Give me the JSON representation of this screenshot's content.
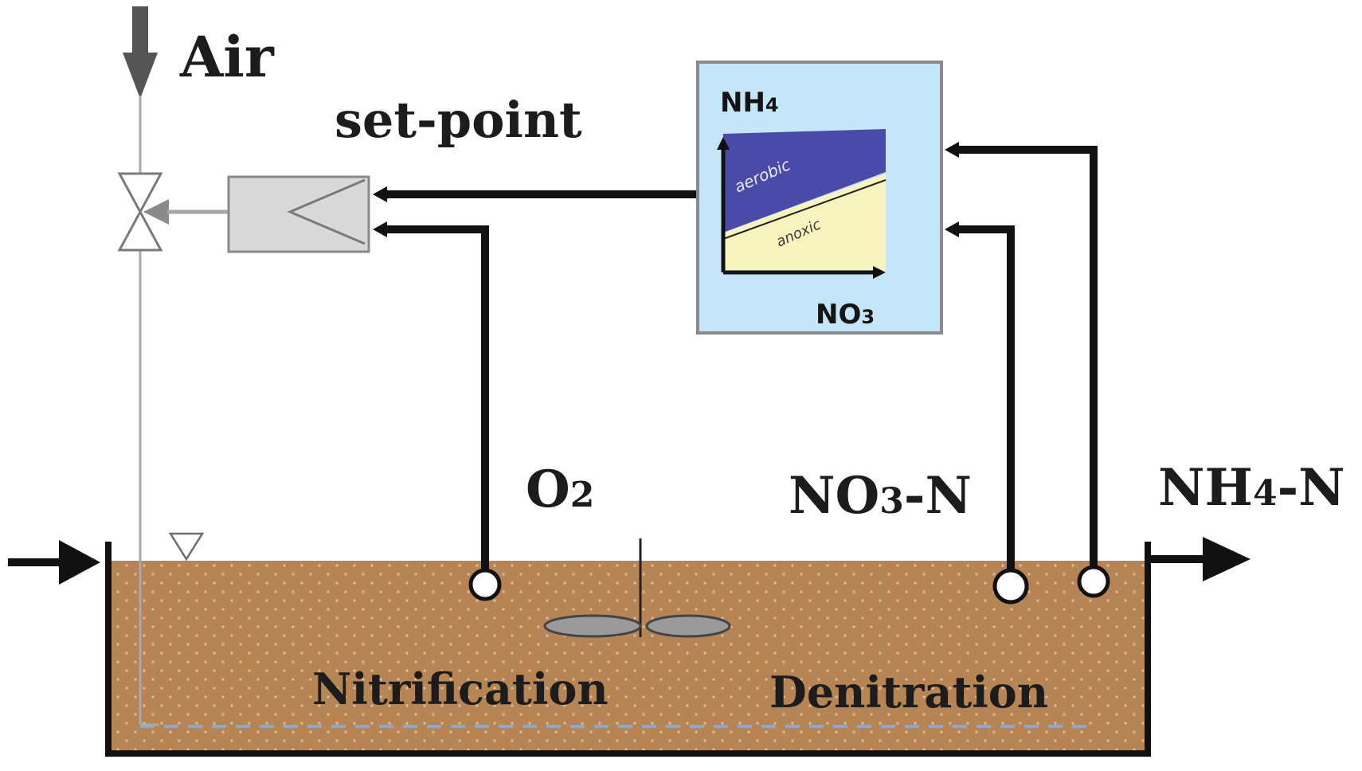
{
  "labels": {
    "air": "Air",
    "set_point": "set-point",
    "o2": "O",
    "o2_sub": "2",
    "no3n_a": "NO",
    "no3n_sub": "3",
    "no3n_b": "-N",
    "nh4n_a": "NH",
    "nh4n_sub": "4",
    "nh4n_b": "-N",
    "nitrification": "Nitrification",
    "denitration": "Denitration"
  },
  "controller": {
    "y_axis_a": "NH",
    "y_axis_sub": "4",
    "x_axis_a": "NO",
    "x_axis_sub": "3",
    "band_upper": "aerobic",
    "band_lower": "anoxic"
  },
  "colors": {
    "tank_fill": "#b78453",
    "controller_bg": "#c5e6f8",
    "band_blue": "#4a4aa8",
    "band_yellow": "#f8f4c0",
    "valve_box": "#d9d9d9"
  },
  "icons": {
    "inlet": "arrow-right-icon",
    "outlet": "arrow-right-icon",
    "air": "arrow-down-icon",
    "valve": "valve-icon",
    "regulator": "regulator-icon",
    "mixer": "mixer-icon",
    "sensor": "sensor-icon",
    "water_level": "water-level-icon"
  }
}
